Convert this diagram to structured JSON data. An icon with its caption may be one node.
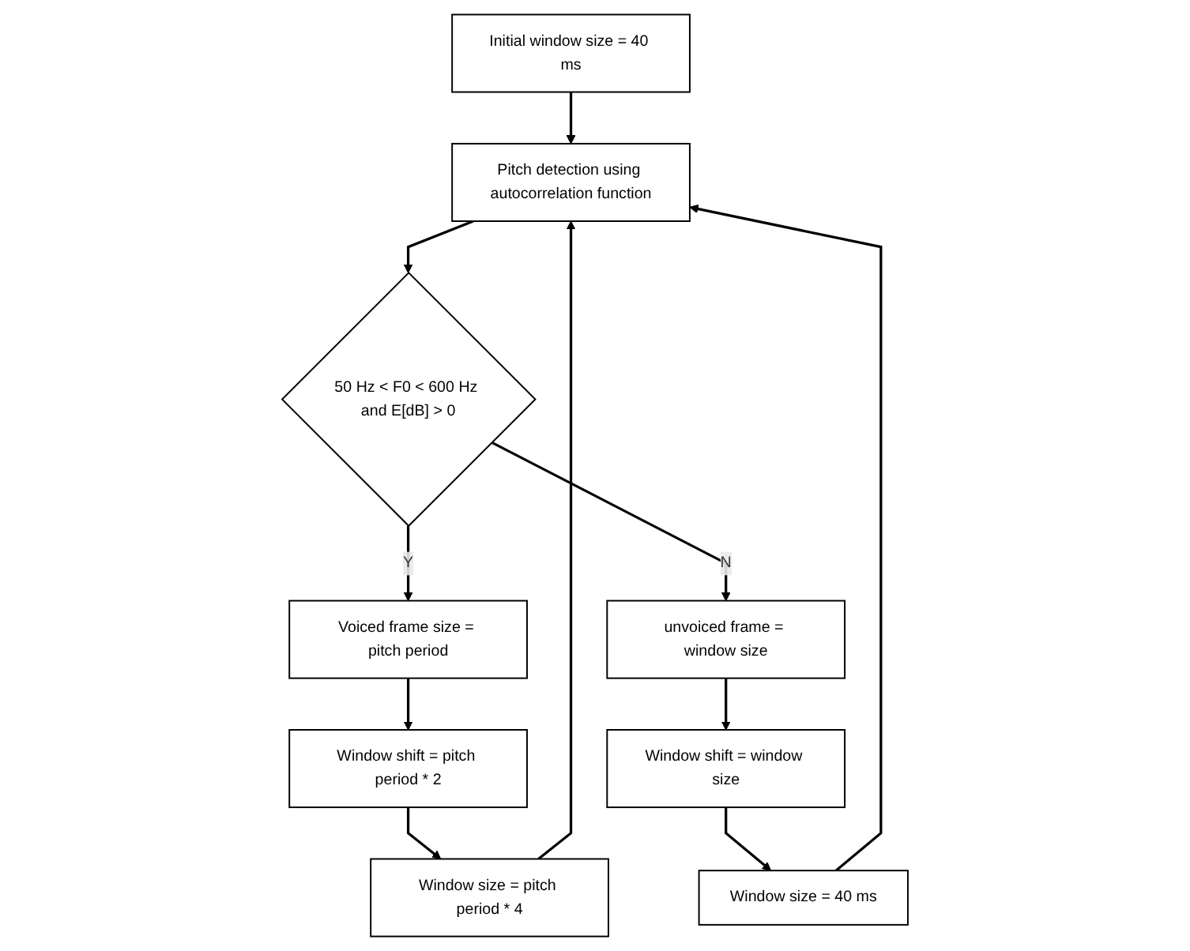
{
  "diagram": {
    "nodes": [
      {
        "text": [
          "Initial window size = 40 ms"
        ]
      },
      {
        "text": [
          "Pitch detection using autocorrelation function"
        ]
      },
      {
        "text": [
          "50 Hz < F0 < 600 Hz and E[dB] > 0"
        ]
      },
      {
        "text": [
          "Voiced frame size = pitch period"
        ]
      },
      {
        "text": [
          "unvoiced frame = window size"
        ]
      },
      {
        "text": [
          "Window shift = pitch period * 2"
        ]
      },
      {
        "text": [
          "Window shift = window size"
        ]
      },
      {
        "text": [
          "Window size = pitch period * 4"
        ]
      },
      {
        "text": [
          "Window size = 40 ms"
        ]
      }
    ],
    "edges": [
      {
        "from": 0,
        "to": 1,
        "arrow": "to"
      },
      {
        "from": 1,
        "to": 2,
        "arrow": "to"
      },
      {
        "from": 2,
        "to": 3,
        "arrow": "to",
        "label": "Y"
      },
      {
        "from": 2,
        "to": 4,
        "arrow": "to",
        "label": "N"
      },
      {
        "from": 3,
        "to": 5,
        "arrow": "to"
      },
      {
        "from": 4,
        "to": 6,
        "arrow": "to"
      },
      {
        "from": 5,
        "to": 7,
        "arrow": "to"
      },
      {
        "from": 6,
        "to": 8,
        "arrow": "to"
      },
      {
        "from": 7,
        "to": 1,
        "arrow": "to"
      },
      {
        "from": 8,
        "to": 1,
        "arrow": "to"
      }
    ]
  }
}
